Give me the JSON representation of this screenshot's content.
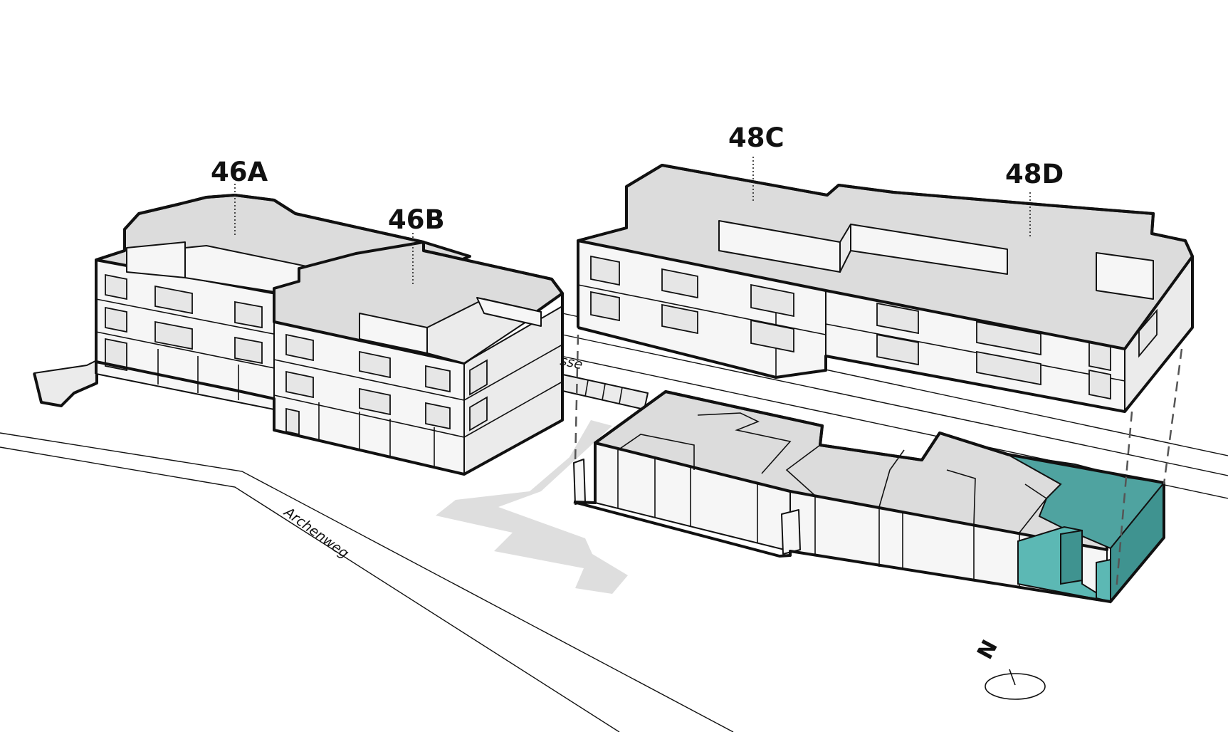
{
  "buildings": {
    "b46a": {
      "label": "46A"
    },
    "b46b": {
      "label": "46B"
    },
    "b48c": {
      "label": "48C"
    },
    "b48d": {
      "label": "48D"
    }
  },
  "streets": {
    "archenweg": "Archenweg",
    "back_street_fragment": "sse"
  },
  "compass": {
    "label": "N"
  },
  "colors": {
    "highlight": "#4fa3a0",
    "roof": "#dcdcdc",
    "facade": "#f6f6f6",
    "path": "#dedede"
  }
}
